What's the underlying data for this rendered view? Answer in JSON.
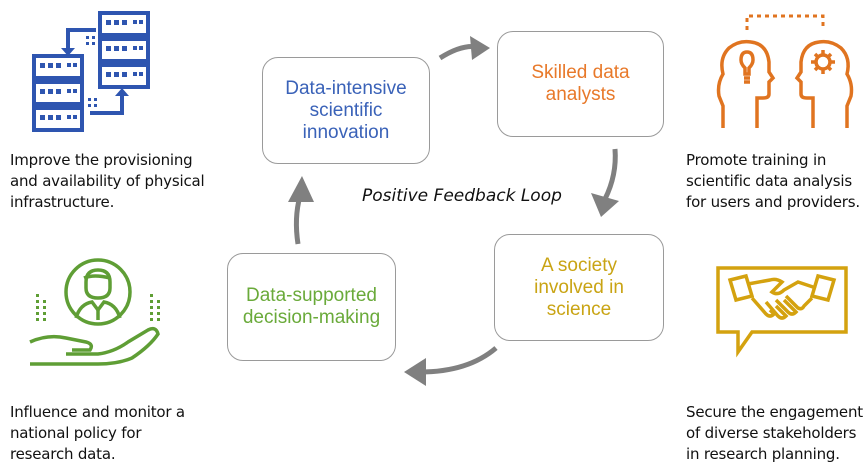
{
  "loop_title": "Positive Feedback Loop",
  "nodes": {
    "innovation": "Data-intensive\nscientific\ninnovation",
    "analysts": "Skilled data\nanalysts",
    "society": "A society\ninvolved in\nscience",
    "decision": "Data-supported\ndecision-making"
  },
  "captions": {
    "infrastructure": "Improve the provisioning\nand availability of physical\ninfrastructure.",
    "training": "Promote training in\nscientific data analysis\nfor users and providers.",
    "policy": "Influence and monitor a\nnational policy for\nresearch data.",
    "engagement": "Secure the engagement\nof diverse stakeholders\nin research planning."
  },
  "icons": {
    "infrastructure": "servers-icon",
    "training": "heads-lightbulb-gear-icon",
    "policy": "person-in-hand-icon",
    "engagement": "handshake-speech-bubble-icon"
  },
  "colors": {
    "innovation": "#3a62b8",
    "analysts": "#e8792a",
    "society": "#c9a414",
    "decision": "#6aaa3a",
    "arrow": "#808080",
    "box_border": "#9a9a9a"
  }
}
